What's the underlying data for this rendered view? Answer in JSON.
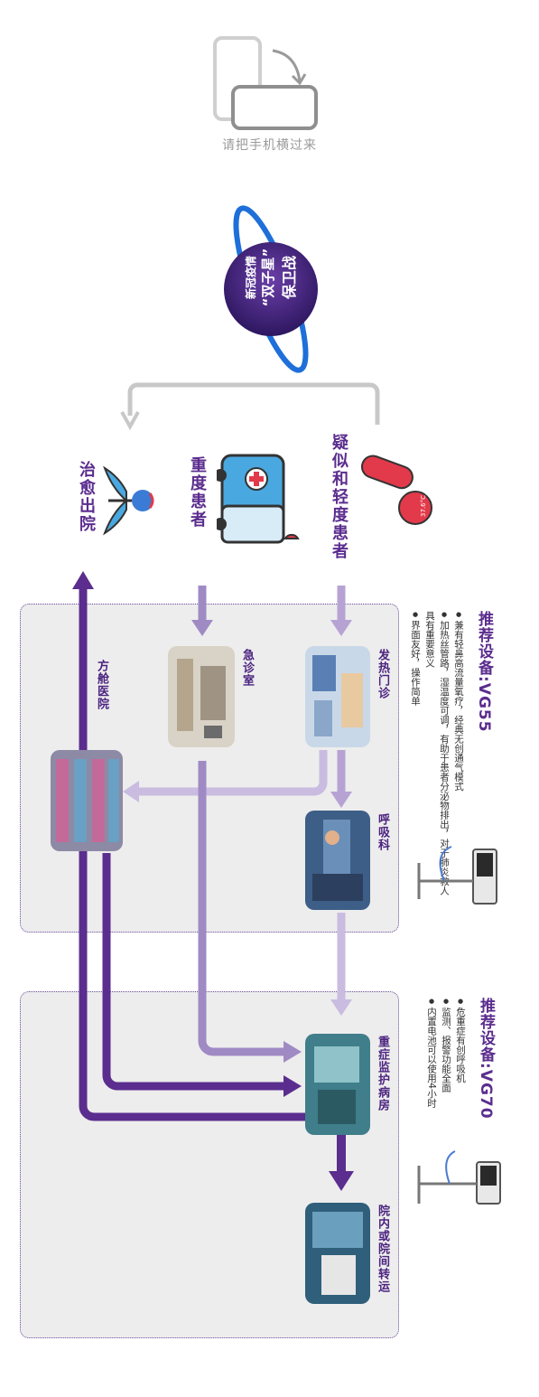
{
  "rotate_hint": "请把手机横过来",
  "badge": {
    "line1": "新冠疫情",
    "line2": "“双子星”",
    "line3": "保卫战"
  },
  "categories": {
    "mild": "疑似和轻度患者",
    "severe": "重度患者",
    "cured": "治愈出院"
  },
  "thermometer_reading": "37.6°C",
  "locations": {
    "fever_clinic": "发热门诊",
    "emergency": "急诊室",
    "respiratory": "呼吸科",
    "fangcang": "方舱医院",
    "icu": "重症监护病房",
    "transfer": "院内或院间转运"
  },
  "devices": [
    {
      "title": "推荐设备:VG55",
      "features": [
        "兼有轻鼻高流量氧疗，经典无创通气模式",
        "加热丝管路，湿温度可调，有助于患者分泌物排出，对于肺炎救人具有重要意义",
        "界面友好，操作简单"
      ]
    },
    {
      "title": "推荐设备:VG70",
      "features": [
        "危重症有创呼吸机",
        "监测、报警功能全面",
        "内置电池可以使用4小时"
      ]
    }
  ],
  "colors": {
    "purple": "#5b2d8e",
    "light_purple": "#b7a3d3",
    "gray_arrow": "#c8c8c8"
  }
}
